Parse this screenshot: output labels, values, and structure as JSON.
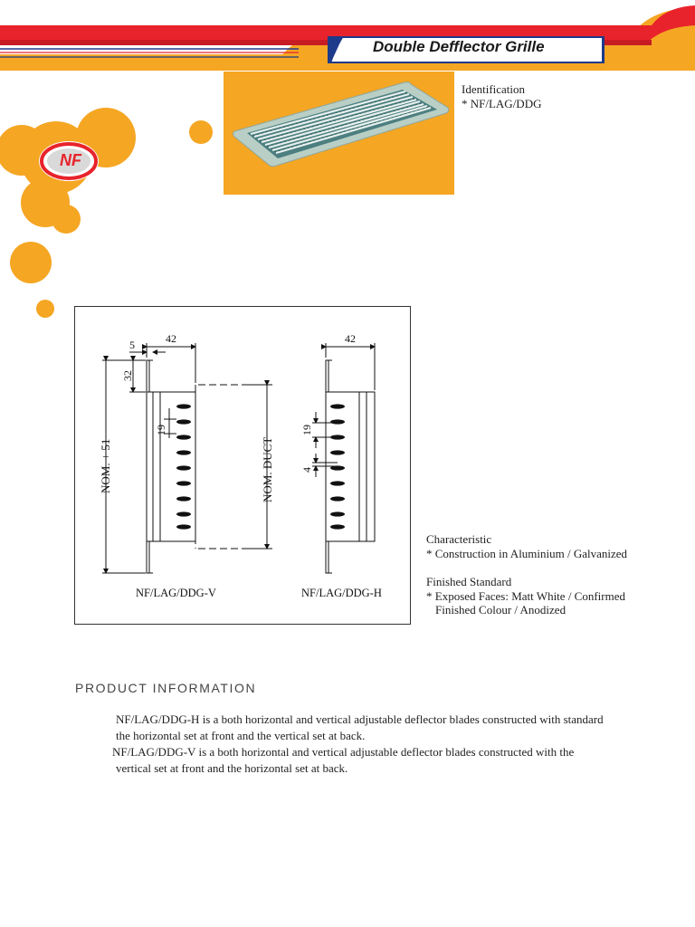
{
  "header": {
    "title": "Double Defflector Grille"
  },
  "logo": {
    "text": "NF"
  },
  "colors": {
    "orange": "#f5a623",
    "red": "#e8232b",
    "navy": "#1e3a8a"
  },
  "identification": {
    "heading": "Identification",
    "code": "*  NF/LAG/DDG"
  },
  "drawing": {
    "dim_top_left": "42",
    "dim_top_right": "42",
    "dim_5": "5",
    "dim_32": "32",
    "dim_19_left": "19",
    "dim_19_right": "19",
    "dim_4": "4",
    "nom_plus": "NOM. +  51",
    "nom_duct": "NOM. DUCT",
    "label_v": "NF/LAG/DDG-V",
    "label_h": "NF/LAG/DDG-H"
  },
  "characteristic": {
    "heading": "Characteristic",
    "item1": "* Construction in Aluminium / Galvanized",
    "finish_heading": "Finished Standard",
    "finish1": "* Exposed Faces: Matt White / Confirmed",
    "finish2": "Finished Colour / Anodized"
  },
  "product_info": {
    "heading": "PRODUCT  INFORMATION",
    "bullet": "",
    "p1_line1": "NF/LAG/DDG-H is a both horizontal and vertical adjustable deflector blades constructed with standard",
    "p1_line2": "the horizontal set at front and the vertical set at back.",
    "p2_line1": "NF/LAG/DDG-V is a both horizontal and vertical adjustable deflector blades constructed with the",
    "p2_line2": "vertical set at front and the horizontal set at back."
  }
}
